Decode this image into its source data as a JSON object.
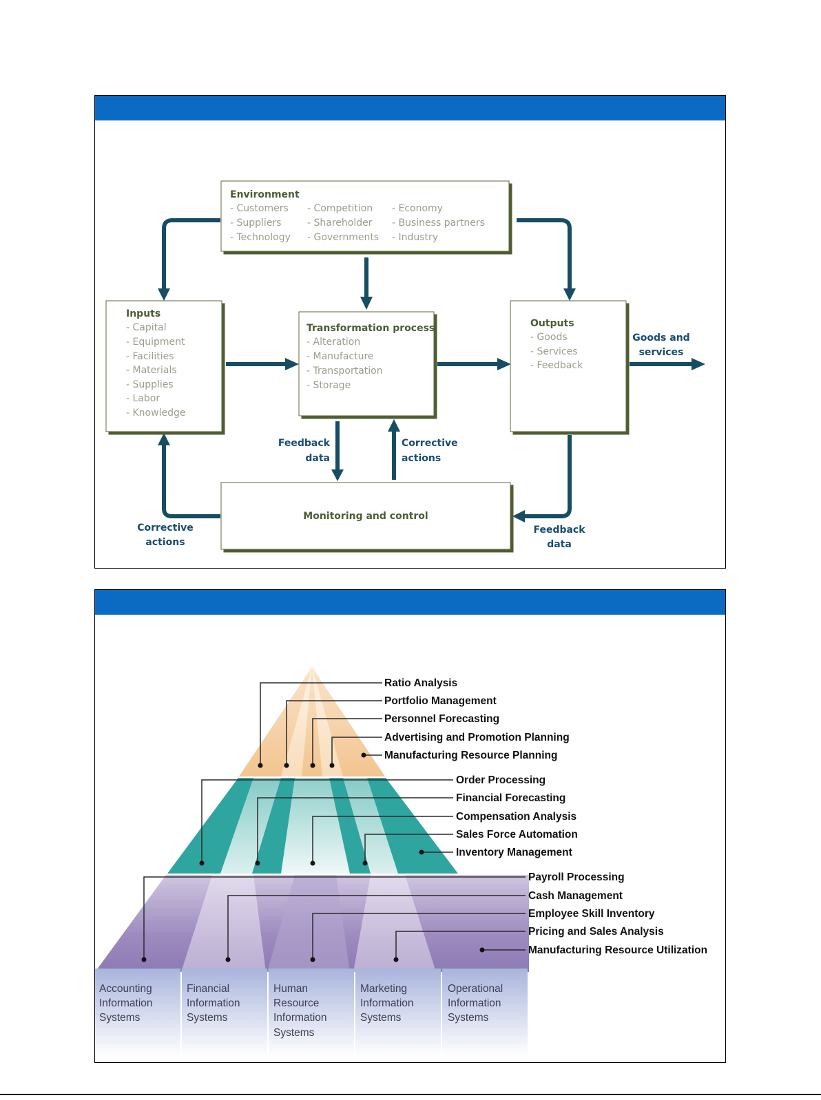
{
  "diagram1": {
    "environment": {
      "title": "Environment",
      "col1": [
        "- Customers",
        "- Suppliers",
        "- Technology"
      ],
      "col2": [
        "- Competition",
        "- Shareholder",
        "- Governments"
      ],
      "col3": [
        "- Economy",
        "- Business partners",
        "- Industry"
      ]
    },
    "inputs": {
      "title": "Inputs",
      "items": [
        "- Capital",
        "- Equipment",
        "- Facilities",
        "- Materials",
        "- Supplies",
        "- Labor",
        "- Knowledge"
      ]
    },
    "transformation": {
      "title": "Transformation process",
      "items": [
        "- Alteration",
        "- Manufacture",
        "- Transportation",
        "- Storage"
      ]
    },
    "outputs": {
      "title": "Outputs",
      "items": [
        "- Goods",
        "- Services",
        "- Feedback"
      ]
    },
    "monitoring": {
      "title": "Monitoring and control"
    },
    "labels": {
      "goods_services": [
        "Goods and",
        "services"
      ],
      "feedback_data_center": [
        "Feedback",
        "data"
      ],
      "corrective_actions_center": [
        "Corrective",
        "actions"
      ],
      "corrective_actions_left": [
        "Corrective",
        "actions"
      ],
      "feedback_data_right": [
        "Feedback",
        "data"
      ]
    },
    "colors": {
      "arrow": "#164d63",
      "box_border": "#5c6b3a",
      "title": "#4d5c35",
      "label": "#184c70"
    }
  },
  "diagram2": {
    "top_labels": [
      "Ratio Analysis",
      "Portfolio Management",
      "Personnel Forecasting",
      "Advertising and Promotion Planning",
      "Manufacturing Resource Planning"
    ],
    "middle_labels": [
      "Order Processing",
      "Financial Forecasting",
      "Compensation Analysis",
      "Sales Force Automation",
      "Inventory Management"
    ],
    "bottom_labels": [
      "Payroll Processing",
      "Cash Management",
      "Employee Skill Inventory",
      "Pricing and Sales Analysis",
      "Manufacturing Resource Utilization"
    ],
    "systems": [
      [
        "Accounting",
        "Information",
        "Systems"
      ],
      [
        "Financial",
        "Information",
        "Systems"
      ],
      [
        "Human",
        "Resource",
        "Information",
        "Systems"
      ],
      [
        "Marketing",
        "Information",
        "Systems"
      ],
      [
        "Operational",
        "Information",
        "Systems"
      ]
    ],
    "colors": {
      "top": "#f2c48e",
      "middle": "#2fa5a0",
      "bottom": "#9e8cc0"
    }
  }
}
